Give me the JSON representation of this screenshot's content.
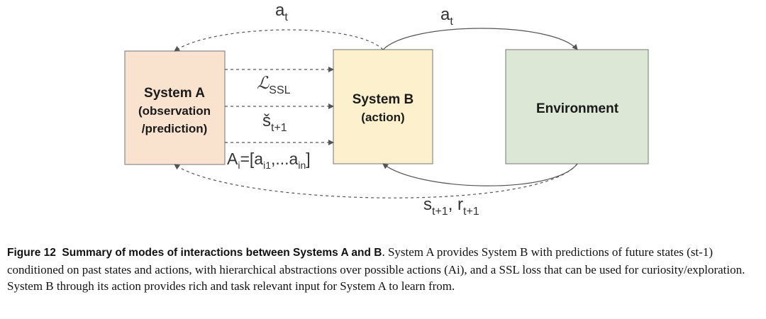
{
  "diagram": {
    "system_a": {
      "title": "System A",
      "line2": "(observation",
      "line3": "/prediction)",
      "fill": "#f9e3cf",
      "stroke": "#8a8a8a"
    },
    "system_b": {
      "title": "System B",
      "line2": "(action)",
      "fill": "#fdf0cd",
      "stroke": "#8a8a8a"
    },
    "environment": {
      "title": "Environment",
      "fill": "#dce8d5",
      "stroke": "#8a8a8a"
    },
    "labels": {
      "a_t_top": {
        "base": "a",
        "sub": "t"
      },
      "a_t_mid": {
        "base": "a",
        "sub": "t"
      },
      "l_ssl": {
        "base": "ℒ",
        "sub": "SSL"
      },
      "s_hat": {
        "base": "š",
        "sub": "t+1"
      },
      "ai": {
        "pre": "A",
        "pre_sub": "i",
        "mid": "=[a",
        "mid_sub": "i1",
        "mid2": ",...a",
        "mid2_sub": "in",
        "end": "]"
      },
      "s_r": {
        "s": "s",
        "s_sub": "t+1",
        "sep": ", r",
        "r_sub": "t+1"
      }
    },
    "colors": {
      "arrow": "#555555"
    }
  },
  "caption": {
    "figure_label": "Figure 12",
    "title": "Summary of modes of interactions between Systems A and B",
    "body": ". System A provides System B with predictions of future states (st-1) conditioned on past states and actions, with hierarchical abstractions over possible actions (Ai), and a SSL loss that can be used for curiosity/exploration. System B through its action provides rich and task relevant input for System A to learn from."
  }
}
